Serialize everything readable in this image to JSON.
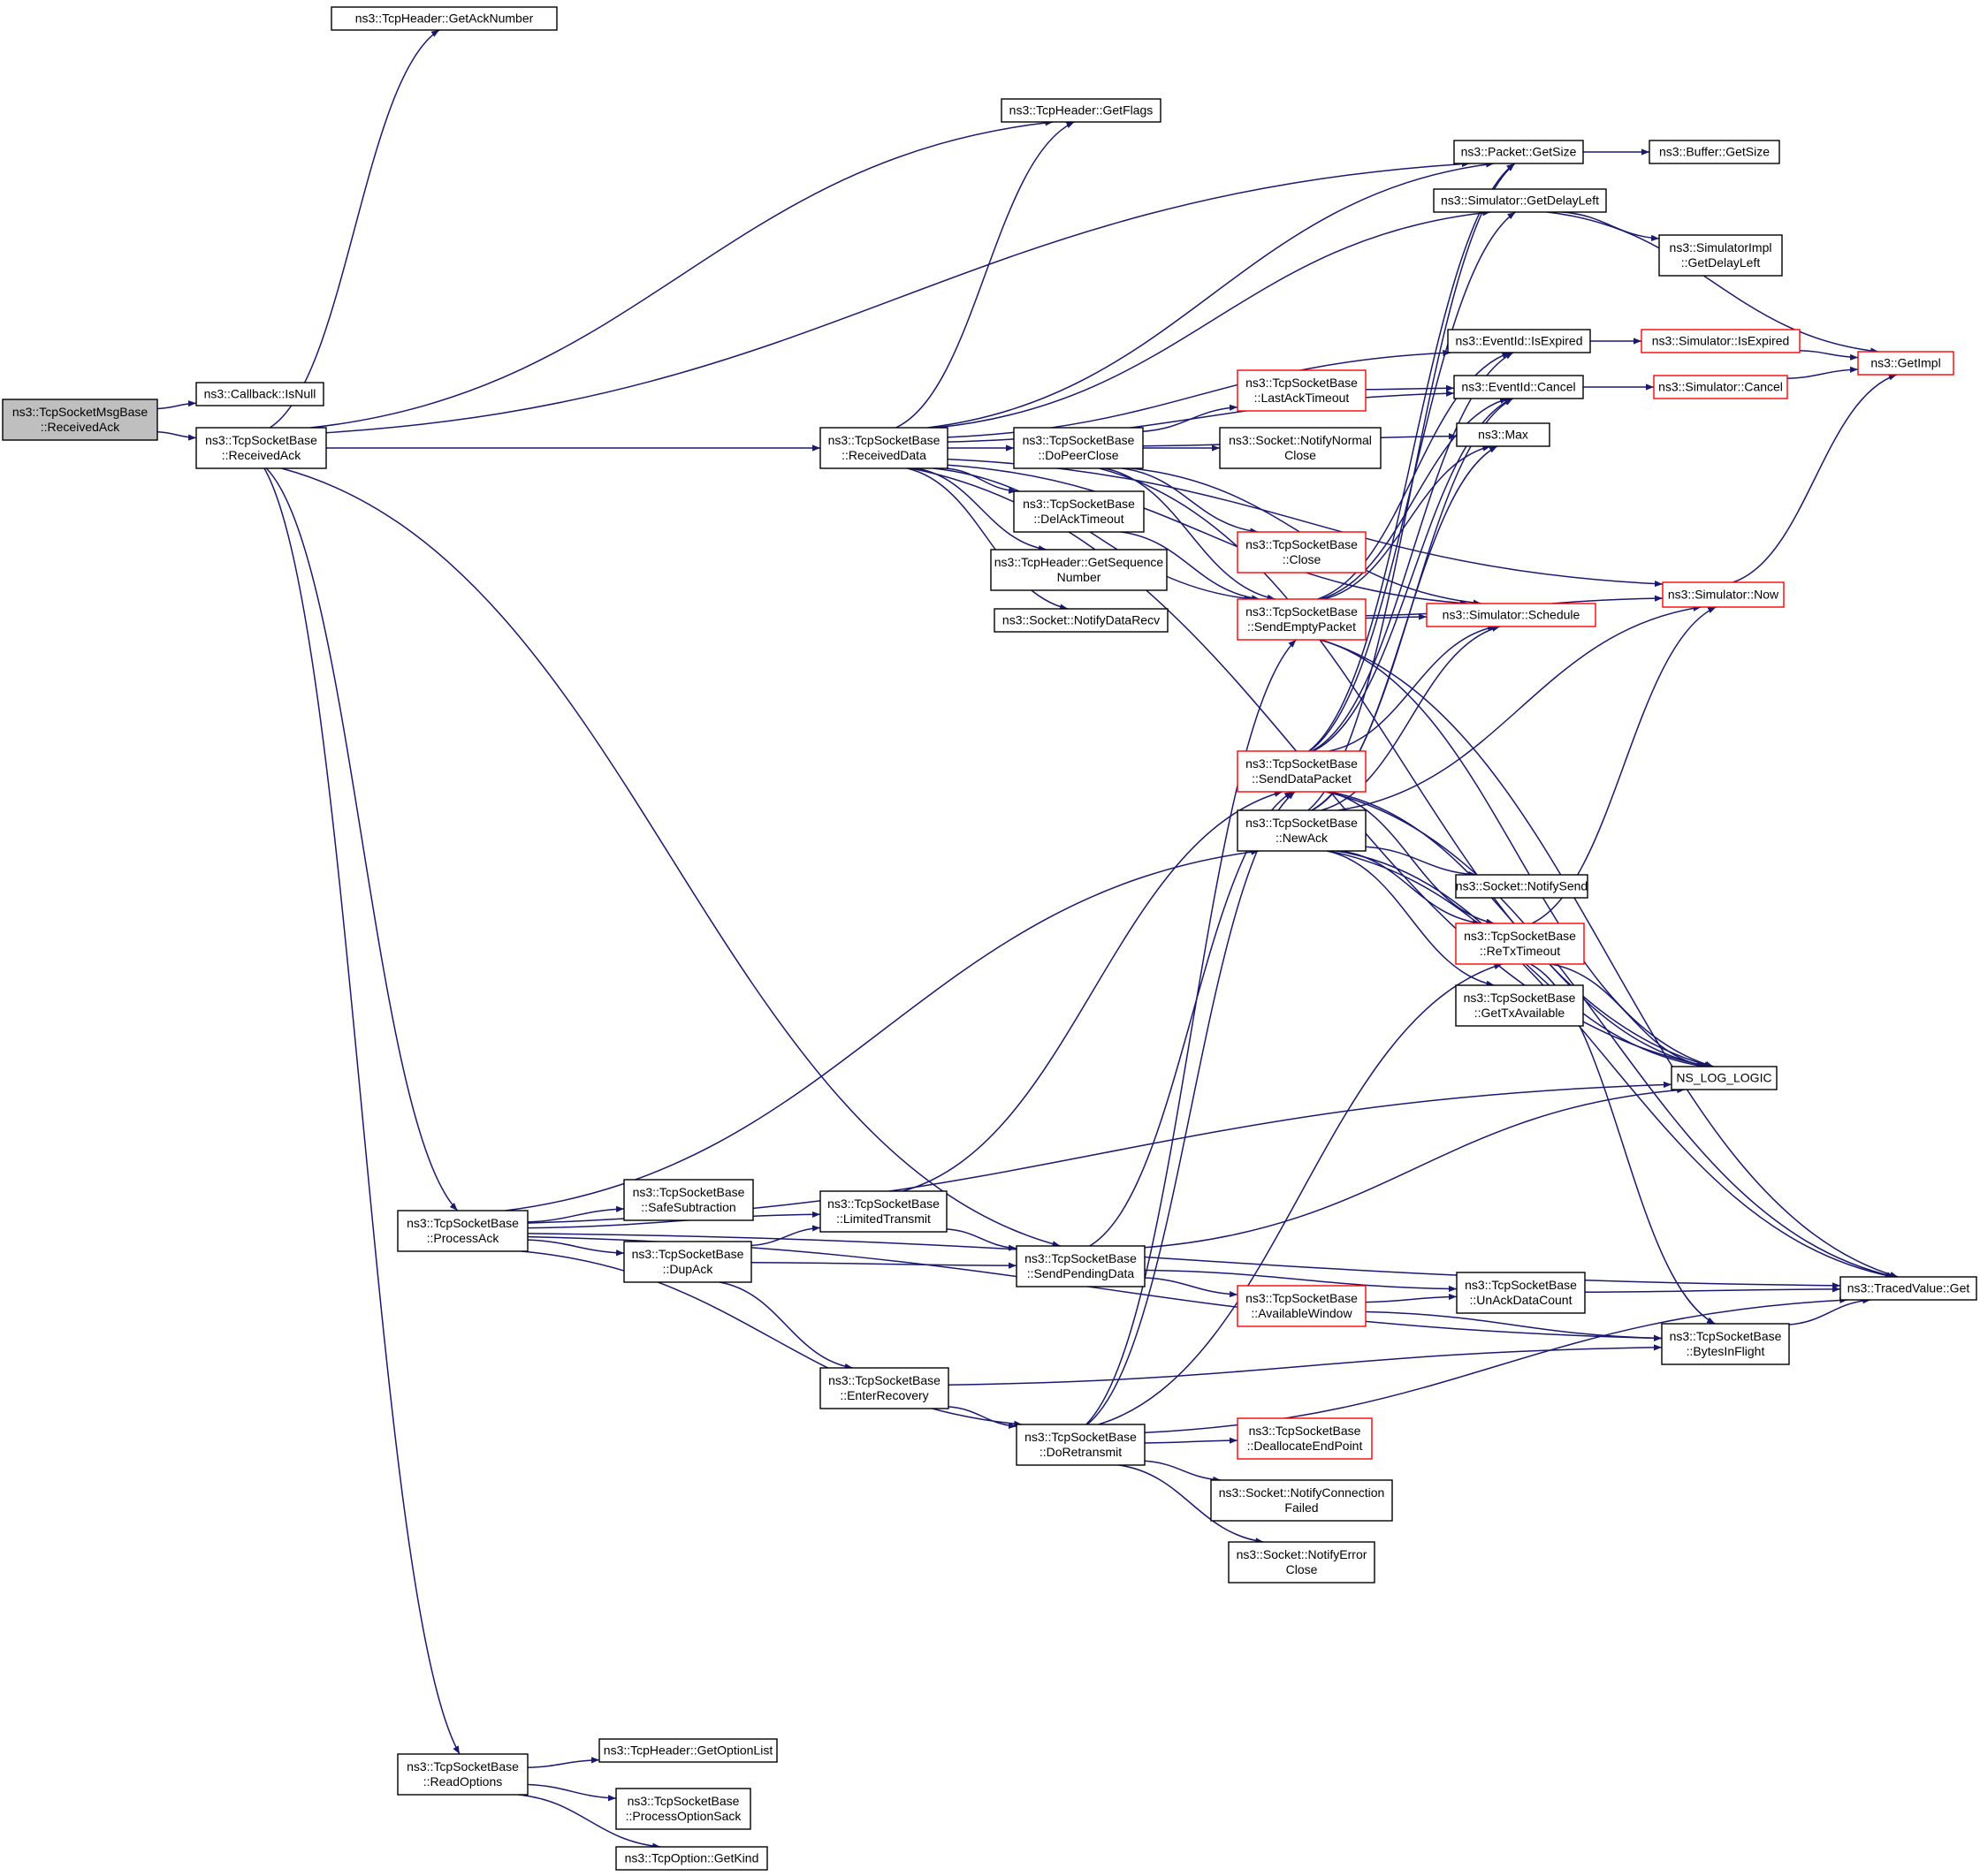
{
  "diagram": {
    "colors": {
      "edge": "#191970",
      "box_border": "#000000",
      "truncated_border": "#ff0000",
      "root_fill": "#bfbfbf",
      "box_fill": "#ffffff"
    },
    "nodes": {
      "msgbase_receivedack": [
        "ns3::TcpSocketMsgBase",
        "::ReceivedAck"
      ],
      "callback_isnull": [
        "ns3::Callback::IsNull"
      ],
      "receivedack": [
        "ns3::TcpSocketBase",
        "::ReceivedAck"
      ],
      "getacknumber": [
        "ns3::TcpHeader::GetAckNumber"
      ],
      "getflags": [
        "ns3::TcpHeader::GetFlags"
      ],
      "packet_getsize": [
        "ns3::Packet::GetSize"
      ],
      "buffer_getsize": [
        "ns3::Buffer::GetSize"
      ],
      "getdelayleft": [
        "ns3::Simulator::GetDelayLeft"
      ],
      "simimpl_getdelayleft": [
        "ns3::SimulatorImpl",
        "::GetDelayLeft"
      ],
      "eventid_isexpired": [
        "ns3::EventId::IsExpired"
      ],
      "sim_isexpired": [
        "ns3::Simulator::IsExpired"
      ],
      "getimpl": [
        "ns3::GetImpl"
      ],
      "eventid_cancel": [
        "ns3::EventId::Cancel"
      ],
      "sim_cancel": [
        "ns3::Simulator::Cancel"
      ],
      "lastacktimeout": [
        "ns3::TcpSocketBase",
        "::LastAckTimeout"
      ],
      "receiveddata": [
        "ns3::TcpSocketBase",
        "::ReceivedData"
      ],
      "dopeerclose": [
        "ns3::TcpSocketBase",
        "::DoPeerClose"
      ],
      "notifynormalclose": [
        "ns3::Socket::NotifyNormal",
        "Close"
      ],
      "max": [
        "ns3::Max"
      ],
      "delacktimeout": [
        "ns3::TcpSocketBase",
        "::DelAckTimeout"
      ],
      "close": [
        "ns3::TcpSocketBase",
        "::Close"
      ],
      "getsequencenumber": [
        "ns3::TcpHeader::GetSequence",
        "Number"
      ],
      "sendemptypacket": [
        "ns3::TcpSocketBase",
        "::SendEmptyPacket"
      ],
      "schedule": [
        "ns3::Simulator::Schedule"
      ],
      "now": [
        "ns3::Simulator::Now"
      ],
      "notifydatarecv": [
        "ns3::Socket::NotifyDataRecv"
      ],
      "senddatapacket": [
        "ns3::TcpSocketBase",
        "::SendDataPacket"
      ],
      "newack": [
        "ns3::TcpSocketBase",
        "::NewAck"
      ],
      "notifysend": [
        "ns3::Socket::NotifySend"
      ],
      "retxtimeout": [
        "ns3::TcpSocketBase",
        "::ReTxTimeout"
      ],
      "gettxavailable": [
        "ns3::TcpSocketBase",
        "::GetTxAvailable"
      ],
      "ns_log_logic": [
        "NS_LOG_LOGIC"
      ],
      "safesubtraction": [
        "ns3::TcpSocketBase",
        "::SafeSubtraction"
      ],
      "limitedtransmit": [
        "ns3::TcpSocketBase",
        "::LimitedTransmit"
      ],
      "processack": [
        "ns3::TcpSocketBase",
        "::ProcessAck"
      ],
      "dupack": [
        "ns3::TcpSocketBase",
        "::DupAck"
      ],
      "sendpendingdata": [
        "ns3::TcpSocketBase",
        "::SendPendingData"
      ],
      "unackdatacount": [
        "ns3::TcpSocketBase",
        "::UnAckDataCount"
      ],
      "tracedvalue_get": [
        "ns3::TracedValue::Get"
      ],
      "availablewindow": [
        "ns3::TcpSocketBase",
        "::AvailableWindow"
      ],
      "bytesinflight": [
        "ns3::TcpSocketBase",
        "::BytesInFlight"
      ],
      "enterrecovery": [
        "ns3::TcpSocketBase",
        "::EnterRecovery"
      ],
      "doretransmit": [
        "ns3::TcpSocketBase",
        "::DoRetransmit"
      ],
      "deallocateendpoint": [
        "ns3::TcpSocketBase",
        "::DeallocateEndPoint"
      ],
      "notifyconnectionfailed": [
        "ns3::Socket::NotifyConnection",
        "Failed"
      ],
      "notifyerrorclose": [
        "ns3::Socket::NotifyError",
        "Close"
      ],
      "readoptions": [
        "ns3::TcpSocketBase",
        "::ReadOptions"
      ],
      "getoptionlist": [
        "ns3::TcpHeader::GetOptionList"
      ],
      "processoptionsack": [
        "ns3::TcpSocketBase",
        "::ProcessOptionSack"
      ],
      "getkind": [
        "ns3::TcpOption::GetKind"
      ]
    },
    "truncated": [
      "sim_isexpired",
      "getimpl",
      "sim_cancel",
      "lastacktimeout",
      "close",
      "sendemptypacket",
      "schedule",
      "now",
      "senddatapacket",
      "retxtimeout",
      "availablewindow",
      "deallocateendpoint"
    ],
    "root": "msgbase_receivedack",
    "edges": [
      [
        "msgbase_receivedack",
        "callback_isnull"
      ],
      [
        "msgbase_receivedack",
        "receivedack"
      ],
      [
        "receivedack",
        "getacknumber"
      ],
      [
        "receivedack",
        "packet_getsize"
      ],
      [
        "receivedack",
        "getflags"
      ],
      [
        "receivedack",
        "receiveddata"
      ],
      [
        "receivedack",
        "processack"
      ],
      [
        "receivedack",
        "sendpendingdata"
      ],
      [
        "receivedack",
        "readoptions"
      ],
      [
        "packet_getsize",
        "buffer_getsize"
      ],
      [
        "getdelayleft",
        "simimpl_getdelayleft"
      ],
      [
        "getdelayleft",
        "getimpl"
      ],
      [
        "eventid_isexpired",
        "sim_isexpired"
      ],
      [
        "sim_isexpired",
        "getimpl"
      ],
      [
        "eventid_cancel",
        "sim_cancel"
      ],
      [
        "sim_cancel",
        "getimpl"
      ],
      [
        "now",
        "getimpl"
      ],
      [
        "receiveddata",
        "getflags"
      ],
      [
        "receiveddata",
        "packet_getsize"
      ],
      [
        "receiveddata",
        "getdelayleft"
      ],
      [
        "receiveddata",
        "now"
      ],
      [
        "receiveddata",
        "eventid_isexpired"
      ],
      [
        "receiveddata",
        "eventid_cancel"
      ],
      [
        "receiveddata",
        "dopeerclose"
      ],
      [
        "receiveddata",
        "delacktimeout"
      ],
      [
        "receiveddata",
        "getsequencenumber"
      ],
      [
        "receiveddata",
        "notifydatarecv"
      ],
      [
        "receiveddata",
        "sendemptypacket"
      ],
      [
        "receiveddata",
        "schedule"
      ],
      [
        "receiveddata",
        "ns_log_logic"
      ],
      [
        "dopeerclose",
        "lastacktimeout"
      ],
      [
        "dopeerclose",
        "notifynormalclose"
      ],
      [
        "dopeerclose",
        "max"
      ],
      [
        "dopeerclose",
        "close"
      ],
      [
        "dopeerclose",
        "sendemptypacket"
      ],
      [
        "dopeerclose",
        "schedule"
      ],
      [
        "dopeerclose",
        "ns_log_logic"
      ],
      [
        "lastacktimeout",
        "eventid_cancel"
      ],
      [
        "delacktimeout",
        "sendemptypacket"
      ],
      [
        "sendemptypacket",
        "eventid_isexpired"
      ],
      [
        "sendemptypacket",
        "eventid_cancel"
      ],
      [
        "sendemptypacket",
        "max"
      ],
      [
        "sendemptypacket",
        "schedule"
      ],
      [
        "sendemptypacket",
        "now"
      ],
      [
        "sendemptypacket",
        "tracedvalue_get"
      ],
      [
        "sendemptypacket",
        "ns_log_logic"
      ],
      [
        "senddatapacket",
        "packet_getsize"
      ],
      [
        "senddatapacket",
        "getdelayleft"
      ],
      [
        "senddatapacket",
        "eventid_isexpired"
      ],
      [
        "senddatapacket",
        "eventid_cancel"
      ],
      [
        "senddatapacket",
        "schedule"
      ],
      [
        "senddatapacket",
        "retxtimeout"
      ],
      [
        "senddatapacket",
        "ns_log_logic"
      ],
      [
        "senddatapacket",
        "tracedvalue_get"
      ],
      [
        "newack",
        "packet_getsize"
      ],
      [
        "newack",
        "eventid_cancel"
      ],
      [
        "newack",
        "max"
      ],
      [
        "newack",
        "schedule"
      ],
      [
        "newack",
        "now"
      ],
      [
        "newack",
        "notifysend"
      ],
      [
        "newack",
        "retxtimeout"
      ],
      [
        "newack",
        "gettxavailable"
      ],
      [
        "newack",
        "ns_log_logic"
      ],
      [
        "newack",
        "tracedvalue_get"
      ],
      [
        "retxtimeout",
        "now"
      ],
      [
        "retxtimeout",
        "ns_log_logic"
      ],
      [
        "retxtimeout",
        "bytesinflight"
      ],
      [
        "processack",
        "newack"
      ],
      [
        "processack",
        "ns_log_logic"
      ],
      [
        "processack",
        "safesubtraction"
      ],
      [
        "processack",
        "limitedtransmit"
      ],
      [
        "processack",
        "dupack"
      ],
      [
        "processack",
        "doretransmit"
      ],
      [
        "processack",
        "bytesinflight"
      ],
      [
        "processack",
        "tracedvalue_get"
      ],
      [
        "limitedtransmit",
        "senddatapacket"
      ],
      [
        "limitedtransmit",
        "sendpendingdata"
      ],
      [
        "dupack",
        "limitedtransmit"
      ],
      [
        "dupack",
        "sendpendingdata"
      ],
      [
        "dupack",
        "enterrecovery"
      ],
      [
        "sendpendingdata",
        "senddatapacket"
      ],
      [
        "sendpendingdata",
        "ns_log_logic"
      ],
      [
        "sendpendingdata",
        "unackdatacount"
      ],
      [
        "sendpendingdata",
        "availablewindow"
      ],
      [
        "unackdatacount",
        "tracedvalue_get"
      ],
      [
        "availablewindow",
        "unackdatacount"
      ],
      [
        "availablewindow",
        "bytesinflight"
      ],
      [
        "bytesinflight",
        "tracedvalue_get"
      ],
      [
        "enterrecovery",
        "bytesinflight"
      ],
      [
        "enterrecovery",
        "doretransmit"
      ],
      [
        "doretransmit",
        "senddatapacket"
      ],
      [
        "doretransmit",
        "sendemptypacket"
      ],
      [
        "doretransmit",
        "retxtimeout"
      ],
      [
        "doretransmit",
        "deallocateendpoint"
      ],
      [
        "doretransmit",
        "notifyconnectionfailed"
      ],
      [
        "doretransmit",
        "notifyerrorclose"
      ],
      [
        "doretransmit",
        "tracedvalue_get"
      ],
      [
        "readoptions",
        "getoptionlist"
      ],
      [
        "readoptions",
        "processoptionsack"
      ],
      [
        "readoptions",
        "getkind"
      ]
    ]
  }
}
